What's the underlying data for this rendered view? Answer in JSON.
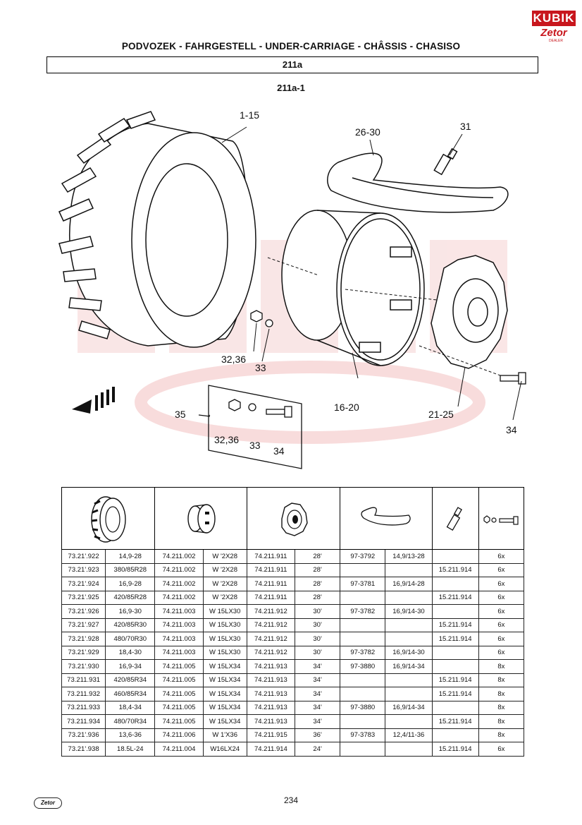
{
  "brand": {
    "logo_top": "KUBIK",
    "logo_mid": "Zetor",
    "logo_sub": "DEALER"
  },
  "header": {
    "title": "PODVOZEK - FAHRGESTELL - UNDER-CARRIAGE - CHÂSSIS - CHASISO"
  },
  "section": {
    "code": "211a",
    "sub_code": "211a-1"
  },
  "callouts": {
    "tyre": "1-15",
    "tube": "26-30",
    "valve": "31",
    "rim": "16-20",
    "disc": "21-25",
    "nut": "32,36",
    "washer": "33",
    "bolt": "34",
    "set": "35",
    "set_nut": "32,36",
    "set_washer": "33",
    "set_bolt": "34",
    "bolt_main": "34"
  },
  "table": {
    "icon_columns": [
      "tyre-icon",
      "rim-icon",
      "wheel-disc-icon",
      "inner-tube-icon",
      "valve-icon",
      "bolt-set-icon"
    ],
    "rows": [
      [
        "73.21'.922",
        "14,9-28",
        "74.211.002",
        "W '2X28",
        "74.211.911",
        "28'",
        "97-3792",
        "14,9/13-28",
        "",
        "6x"
      ],
      [
        "73.21'.923",
        "380/85R28",
        "74.211.002",
        "W '2X28",
        "74.211.911",
        "28'",
        "",
        "",
        "15.211.914",
        "6x"
      ],
      [
        "73.21'.924",
        "16,9-28",
        "74.211.002",
        "W '2X28",
        "74.211.911",
        "28'",
        "97-3781",
        "16,9/14-28",
        "",
        "6x"
      ],
      [
        "73.21'.925",
        "420/85R28",
        "74.211.002",
        "W '2X28",
        "74.211.911",
        "28'",
        "",
        "",
        "15.211.914",
        "6x"
      ],
      [
        "73.21'.926",
        "16,9-30",
        "74.211.003",
        "W 15LX30",
        "74.211.912",
        "30'",
        "97-3782",
        "16,9/14-30",
        "",
        "6x"
      ],
      [
        "73.21'.927",
        "420/85R30",
        "74.211.003",
        "W 15LX30",
        "74.211.912",
        "30'",
        "",
        "",
        "15.211.914",
        "6x"
      ],
      [
        "73.21'.928",
        "480/70R30",
        "74.211.003",
        "W 15LX30",
        "74.211.912",
        "30'",
        "",
        "",
        "15.211.914",
        "6x"
      ],
      [
        "73.21'.929",
        "18,4-30",
        "74.211.003",
        "W 15LX30",
        "74.211.912",
        "30'",
        "97-3782",
        "16,9/14-30",
        "",
        "6x"
      ],
      [
        "73.21'.930",
        "16,9-34",
        "74.211.005",
        "W 15LX34",
        "74.211.913",
        "34'",
        "97-3880",
        "16,9/14-34",
        "",
        "8x"
      ],
      [
        "73.211.931",
        "420/85R34",
        "74.211.005",
        "W 15LX34",
        "74.211.913",
        "34'",
        "",
        "",
        "15.211.914",
        "8x"
      ],
      [
        "73.211.932",
        "460/85R34",
        "74.211.005",
        "W 15LX34",
        "74.211.913",
        "34'",
        "",
        "",
        "15.211.914",
        "8x"
      ],
      [
        "73.211.933",
        "18,4-34",
        "74.211.005",
        "W 15LX34",
        "74.211.913",
        "34'",
        "97-3880",
        "16,9/14-34",
        "",
        "8x"
      ],
      [
        "73.211.934",
        "480/70R34",
        "74.211.005",
        "W 15LX34",
        "74.211.913",
        "34'",
        "",
        "",
        "15.211.914",
        "8x"
      ],
      [
        "73.21'.936",
        "13,6-36",
        "74.211.006",
        "W 1'X36",
        "74.211.915",
        "36'",
        "97-3783",
        "12,4/11-36",
        "",
        "8x"
      ],
      [
        "73.21'.938",
        "18.5L-24",
        "74.211.004",
        "W16LX24",
        "74.211.914",
        "24'",
        "",
        "",
        "15.211.914",
        "6x"
      ]
    ]
  },
  "footer": {
    "page_number": "234",
    "badge": "Zetor"
  }
}
